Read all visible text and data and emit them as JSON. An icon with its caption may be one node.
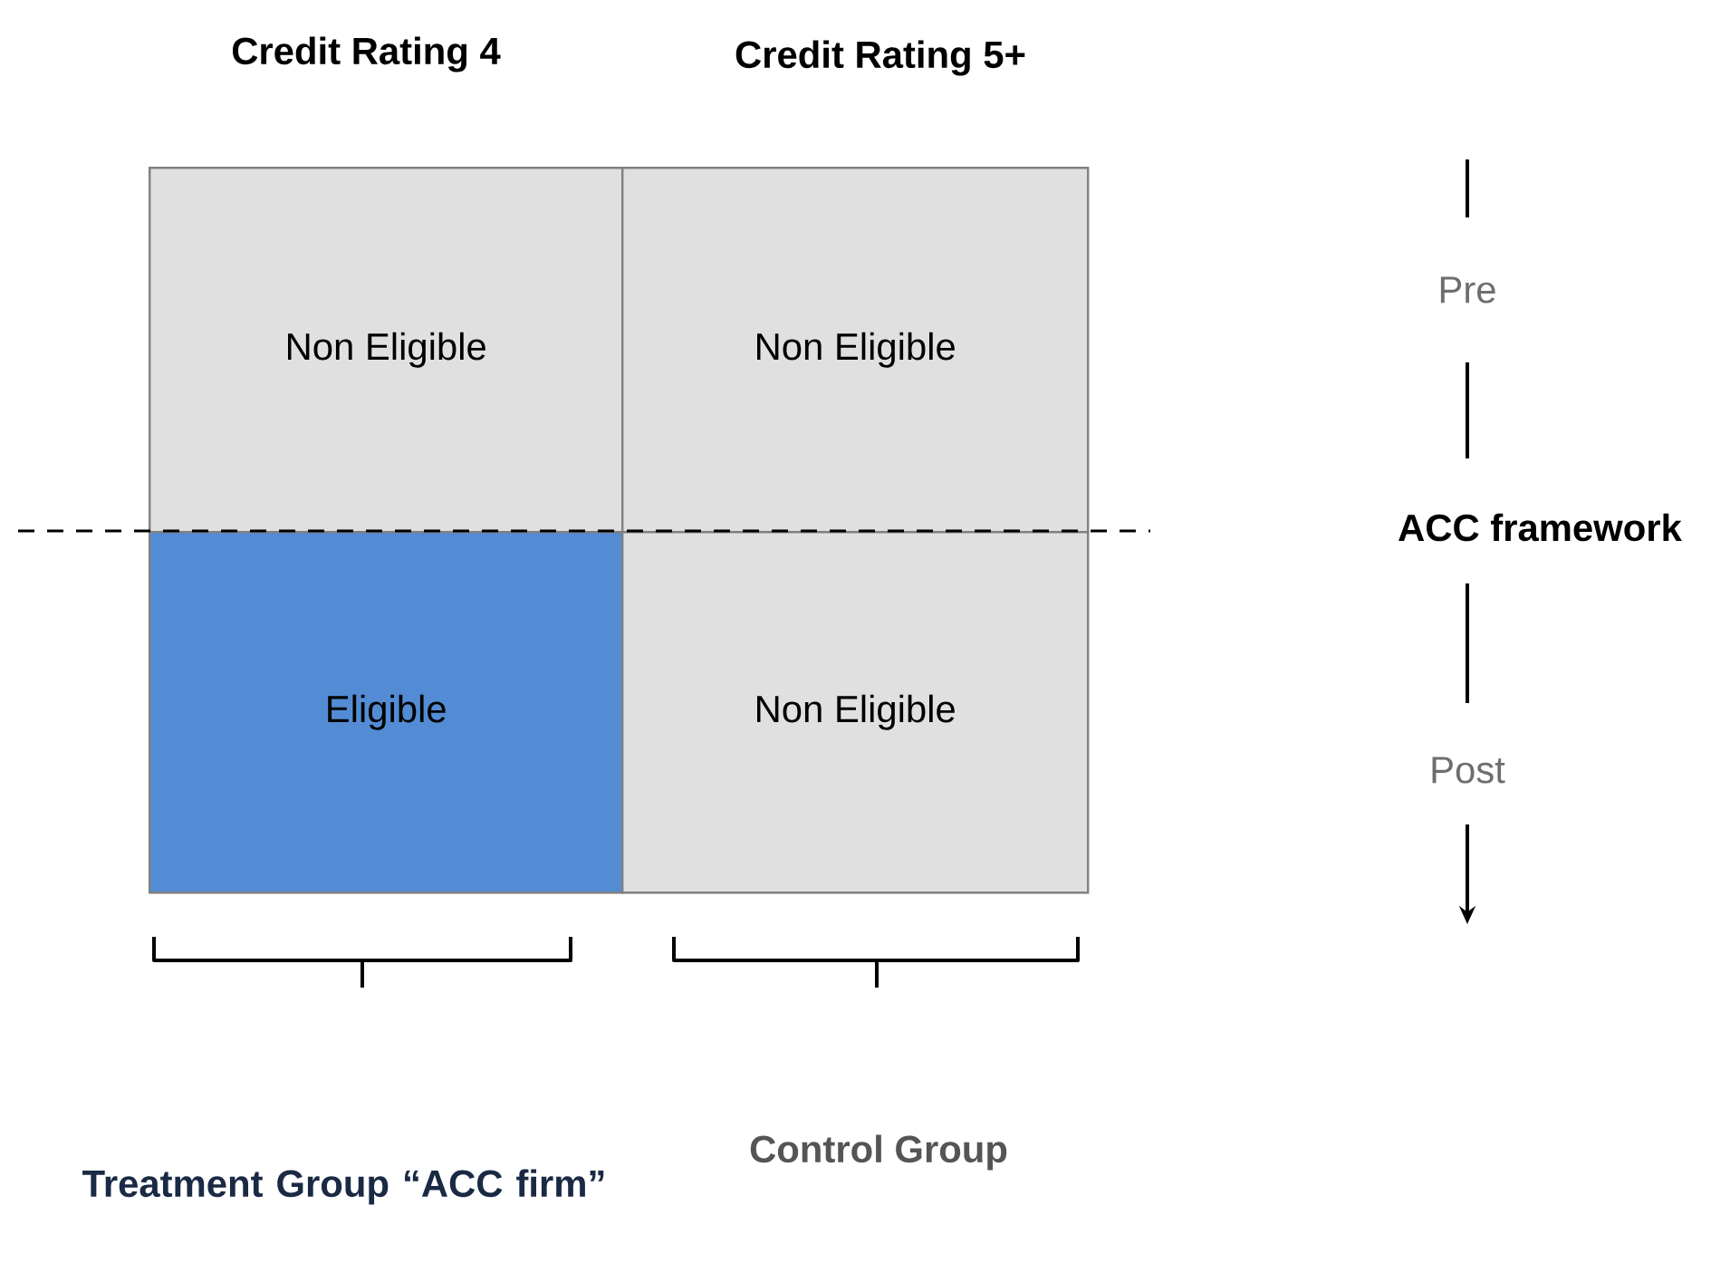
{
  "diagram": {
    "nodes": [
      {
        "text": [
          "Non Eligible"
        ]
      },
      {
        "text": [
          "Non Eligible"
        ]
      },
      {
        "text": [
          "Eligible"
        ]
      },
      {
        "text": [
          "Non Eligible"
        ]
      }
    ],
    "labels": [
      "Credit Rating 4",
      "Credit Rating 5+",
      "Pre",
      "ACC framework",
      "Post",
      "Treatment Group “ACC firm”",
      "Control Group"
    ]
  }
}
